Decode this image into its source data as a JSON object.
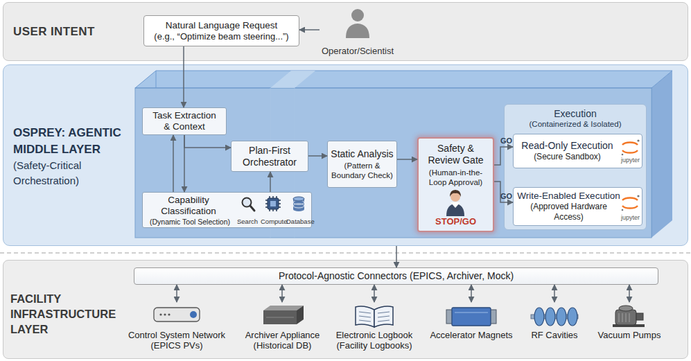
{
  "diagram": {
    "nodes": [
      {
        "text": [
          "USER INTENT"
        ]
      },
      {
        "text": [
          "Natural Language Request",
          "(e.g., “Optimize beam steering...”)"
        ],
        "in": 0
      },
      {
        "text": [
          "Operator/Scientist"
        ],
        "in": 0
      },
      {
        "text": [
          "OSPREY: AGENTIC MIDDLE LAYER",
          "(Safety-Critical Orchestration)"
        ]
      },
      {
        "text": [
          "Task Extraction & Context"
        ],
        "in": 3
      },
      {
        "text": [
          "Capability Classification",
          "(Dynamic Tool Selection)",
          "Search",
          "Compute",
          "Database"
        ],
        "in": 3
      },
      {
        "text": [
          "Plan-First Orchestrator"
        ],
        "in": 3
      },
      {
        "text": [
          "Static Analysis",
          "(Pattern & Boundary Check)"
        ],
        "in": 3
      },
      {
        "text": [
          "Safety & Review Gate",
          "(Human-in-the-Loop Approval)",
          "STOP/GO"
        ],
        "in": 3
      },
      {
        "text": [
          "Execution",
          "(Containerized & Isolated)"
        ],
        "in": 3
      },
      {
        "text": [
          "Read-Only Execution",
          "(Secure Sandbox)",
          "jupyter"
        ],
        "in": 9
      },
      {
        "text": [
          "Write-Enabled Execution",
          "(Approved Hardware Access)",
          "jupyter"
        ],
        "in": 9
      },
      {
        "text": [
          "FACILITY INFRASTRUCTURE LAYER"
        ]
      },
      {
        "text": [
          "Protocol-Agnostic Connectors (EPICS, Archiver, Mock)"
        ],
        "in": 12
      },
      {
        "text": [
          "Control System Network",
          "(EPICS PVs)"
        ],
        "in": 12
      },
      {
        "text": [
          "Archiver Appliance",
          "(Historical DB)"
        ],
        "in": 12
      },
      {
        "text": [
          "Electronic Logbook",
          "(Facility Logbooks)"
        ],
        "in": 12
      },
      {
        "text": [
          "Accelerator Magnets"
        ],
        "in": 12
      },
      {
        "text": [
          "RF Cavities"
        ],
        "in": 12
      },
      {
        "text": [
          "Vacuum Pumps"
        ],
        "in": 12
      }
    ],
    "edges": [
      {
        "from": 2,
        "to": 1,
        "arrow": "to"
      },
      {
        "from": 1,
        "to": 4,
        "arrow": "to"
      },
      {
        "from": 4,
        "to": 6,
        "arrow": "to"
      },
      {
        "from": 4,
        "to": 5,
        "arrow": "to"
      },
      {
        "from": 5,
        "to": 4,
        "arrow": "to"
      },
      {
        "from": 5,
        "to": 6,
        "arrow": "to"
      },
      {
        "from": 6,
        "to": 7,
        "arrow": "to"
      },
      {
        "from": 7,
        "to": 8,
        "arrow": "to"
      },
      {
        "from": 8,
        "to": 10,
        "label": "GO",
        "arrow": "to"
      },
      {
        "from": 8,
        "to": 11,
        "label": "GO",
        "arrow": "to"
      },
      {
        "from": 3,
        "to": 13,
        "arrow": "to"
      },
      {
        "from": 13,
        "to": 14,
        "arrow": "both"
      },
      {
        "from": 13,
        "to": 15,
        "arrow": "both"
      },
      {
        "from": 13,
        "to": 16,
        "arrow": "both"
      },
      {
        "from": 13,
        "to": 17,
        "arrow": "both"
      },
      {
        "from": 13,
        "to": 18,
        "arrow": "both"
      },
      {
        "from": 13,
        "to": 19,
        "arrow": "both"
      }
    ]
  }
}
